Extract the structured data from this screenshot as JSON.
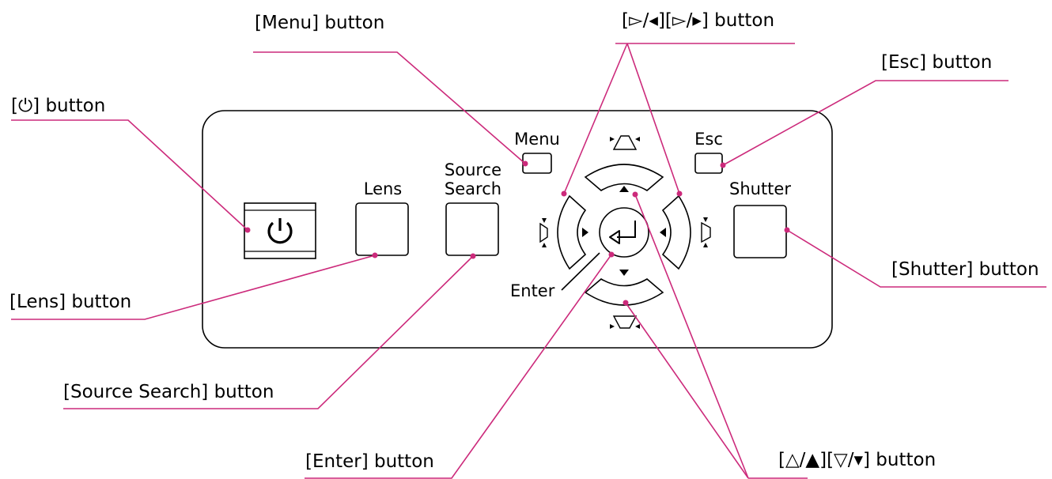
{
  "panel_labels": {
    "menu": "Menu",
    "esc": "Esc",
    "lens": "Lens",
    "source_line1": "Source",
    "source_line2": "Search",
    "shutter": "Shutter",
    "enter": "Enter"
  },
  "callouts": {
    "menu": "[Menu] button",
    "left_right": "[▻/◂][▻/▸] button",
    "esc": "[Esc] button",
    "power": "[⏻] button",
    "shutter": "[Shutter] button",
    "lens": "[Lens] button",
    "source_search": "[Source Search] button",
    "enter": "[Enter] button",
    "up_down": "[△/▲][▽/▾] button"
  },
  "colors": {
    "leader": "#cc2a7b",
    "outline": "#000000"
  },
  "icons": [
    "power-icon",
    "enter-icon",
    "keystone-up-icon",
    "keystone-down-icon",
    "keystone-left-icon",
    "keystone-right-icon"
  ]
}
